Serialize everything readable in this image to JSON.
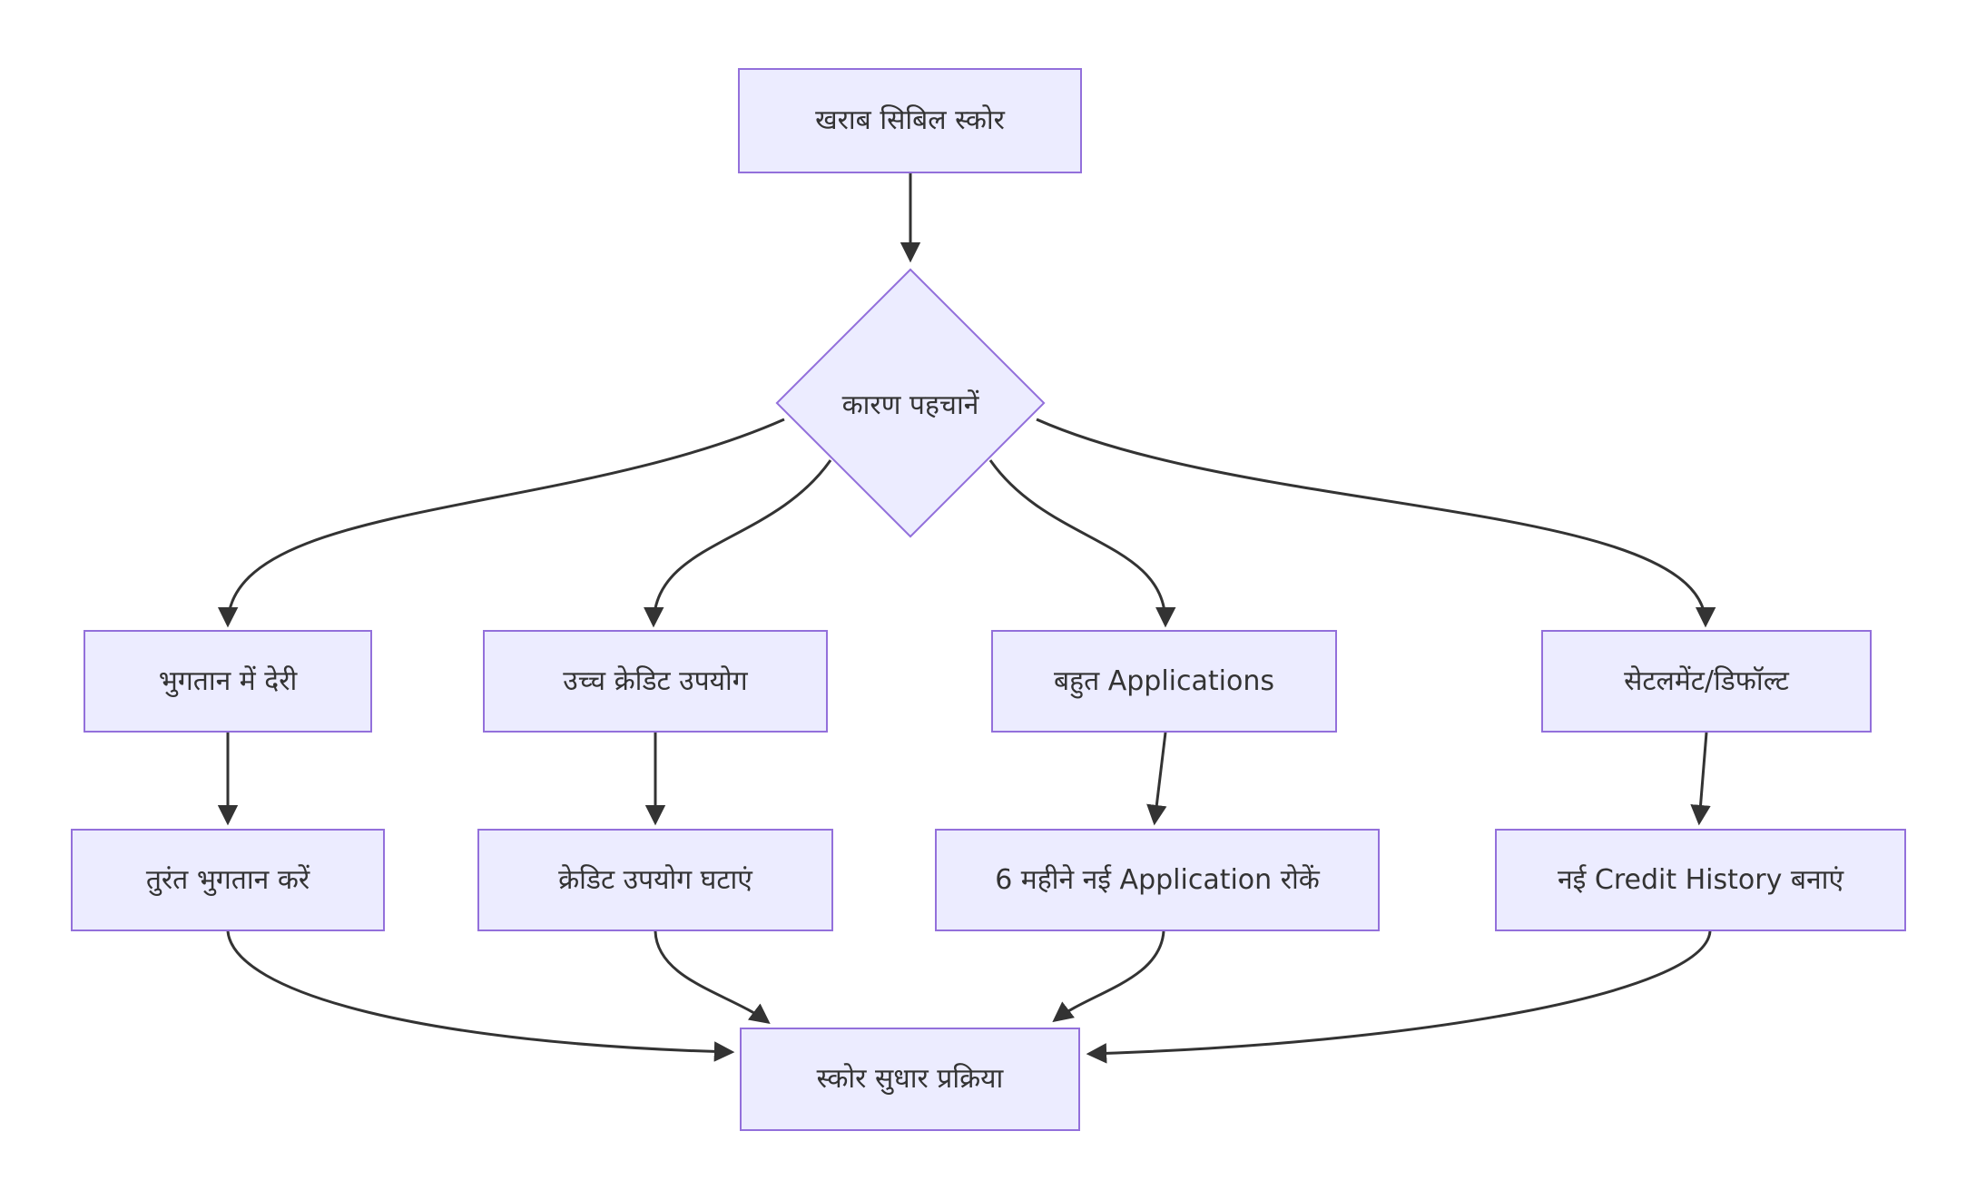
{
  "diagram": {
    "type": "flowchart",
    "colors": {
      "background": "#ffffff",
      "node_fill": "#ECECFF",
      "node_border": "#9370DB",
      "edge": "#333333",
      "text": "#333333"
    },
    "nodes": {
      "start": {
        "label": "खराब सिबिल स्कोर",
        "shape": "rect"
      },
      "decision": {
        "label": "कारण पहचानें",
        "shape": "diamond"
      },
      "cause1": {
        "label": "भुगतान में देरी",
        "shape": "rect"
      },
      "cause2": {
        "label": "उच्च क्रेडिट उपयोग",
        "shape": "rect"
      },
      "cause3": {
        "label": "बहुत Applications",
        "shape": "rect"
      },
      "cause4": {
        "label": "सेटलमेंट/डिफॉल्ट",
        "shape": "rect"
      },
      "fix1": {
        "label": "तुरंत भुगतान करें",
        "shape": "rect"
      },
      "fix2": {
        "label": "क्रेडिट उपयोग घटाएं",
        "shape": "rect"
      },
      "fix3": {
        "label": "6 महीने नई Application रोकें",
        "shape": "rect"
      },
      "fix4": {
        "label": "नई Credit History बनाएं",
        "shape": "rect"
      },
      "end": {
        "label": "स्कोर सुधार प्रक्रिया",
        "shape": "rect"
      }
    },
    "edges": [
      {
        "from": "start",
        "to": "decision"
      },
      {
        "from": "decision",
        "to": "cause1"
      },
      {
        "from": "decision",
        "to": "cause2"
      },
      {
        "from": "decision",
        "to": "cause3"
      },
      {
        "from": "decision",
        "to": "cause4"
      },
      {
        "from": "cause1",
        "to": "fix1"
      },
      {
        "from": "cause2",
        "to": "fix2"
      },
      {
        "from": "cause3",
        "to": "fix3"
      },
      {
        "from": "cause4",
        "to": "fix4"
      },
      {
        "from": "fix1",
        "to": "end"
      },
      {
        "from": "fix2",
        "to": "end"
      },
      {
        "from": "fix3",
        "to": "end"
      },
      {
        "from": "fix4",
        "to": "end"
      }
    ]
  }
}
